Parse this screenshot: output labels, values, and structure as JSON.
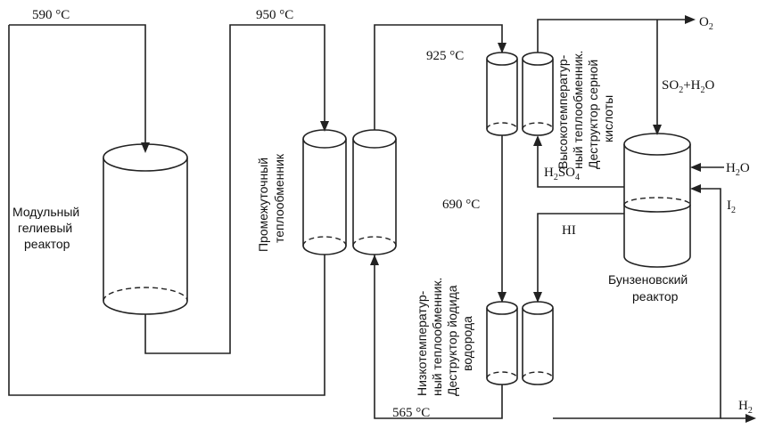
{
  "temps": {
    "t590": "590 °C",
    "t950": "950 °C",
    "t925": "925 °C",
    "t690": "690 °C",
    "t565": "565 °C"
  },
  "labels": {
    "reactor": [
      "Модульный",
      "гелиевый",
      "реактор"
    ],
    "intermediate_hx": [
      "Промежуточный",
      "теплообменник"
    ],
    "high_temp_hx": [
      "Высокотемператур-",
      "ный теплообменник.",
      "Деструктор серной",
      "кислоты"
    ],
    "low_temp_hx": [
      "Низкотемператур-",
      "ный теплообменник.",
      "Деструктор йодида",
      "водорода"
    ],
    "bunsen": [
      "Бунзеновский",
      "реактор"
    ]
  },
  "chem": {
    "o2_main": "O",
    "o2_sub": "2",
    "so2_a": "SO",
    "so2_sub": "2",
    "so2_b": "+H",
    "so2_sub2": "2",
    "so2_c": "O",
    "h2o_a": "H",
    "h2o_sub": "2",
    "h2o_b": "O",
    "i2_main": "I",
    "i2_sub": "2",
    "h2so4_a": "H",
    "h2so4_sub1": "2",
    "h2so4_b": "SO",
    "h2so4_sub2": "4",
    "hi": "HI",
    "h2_main": "H",
    "h2_sub": "2"
  }
}
